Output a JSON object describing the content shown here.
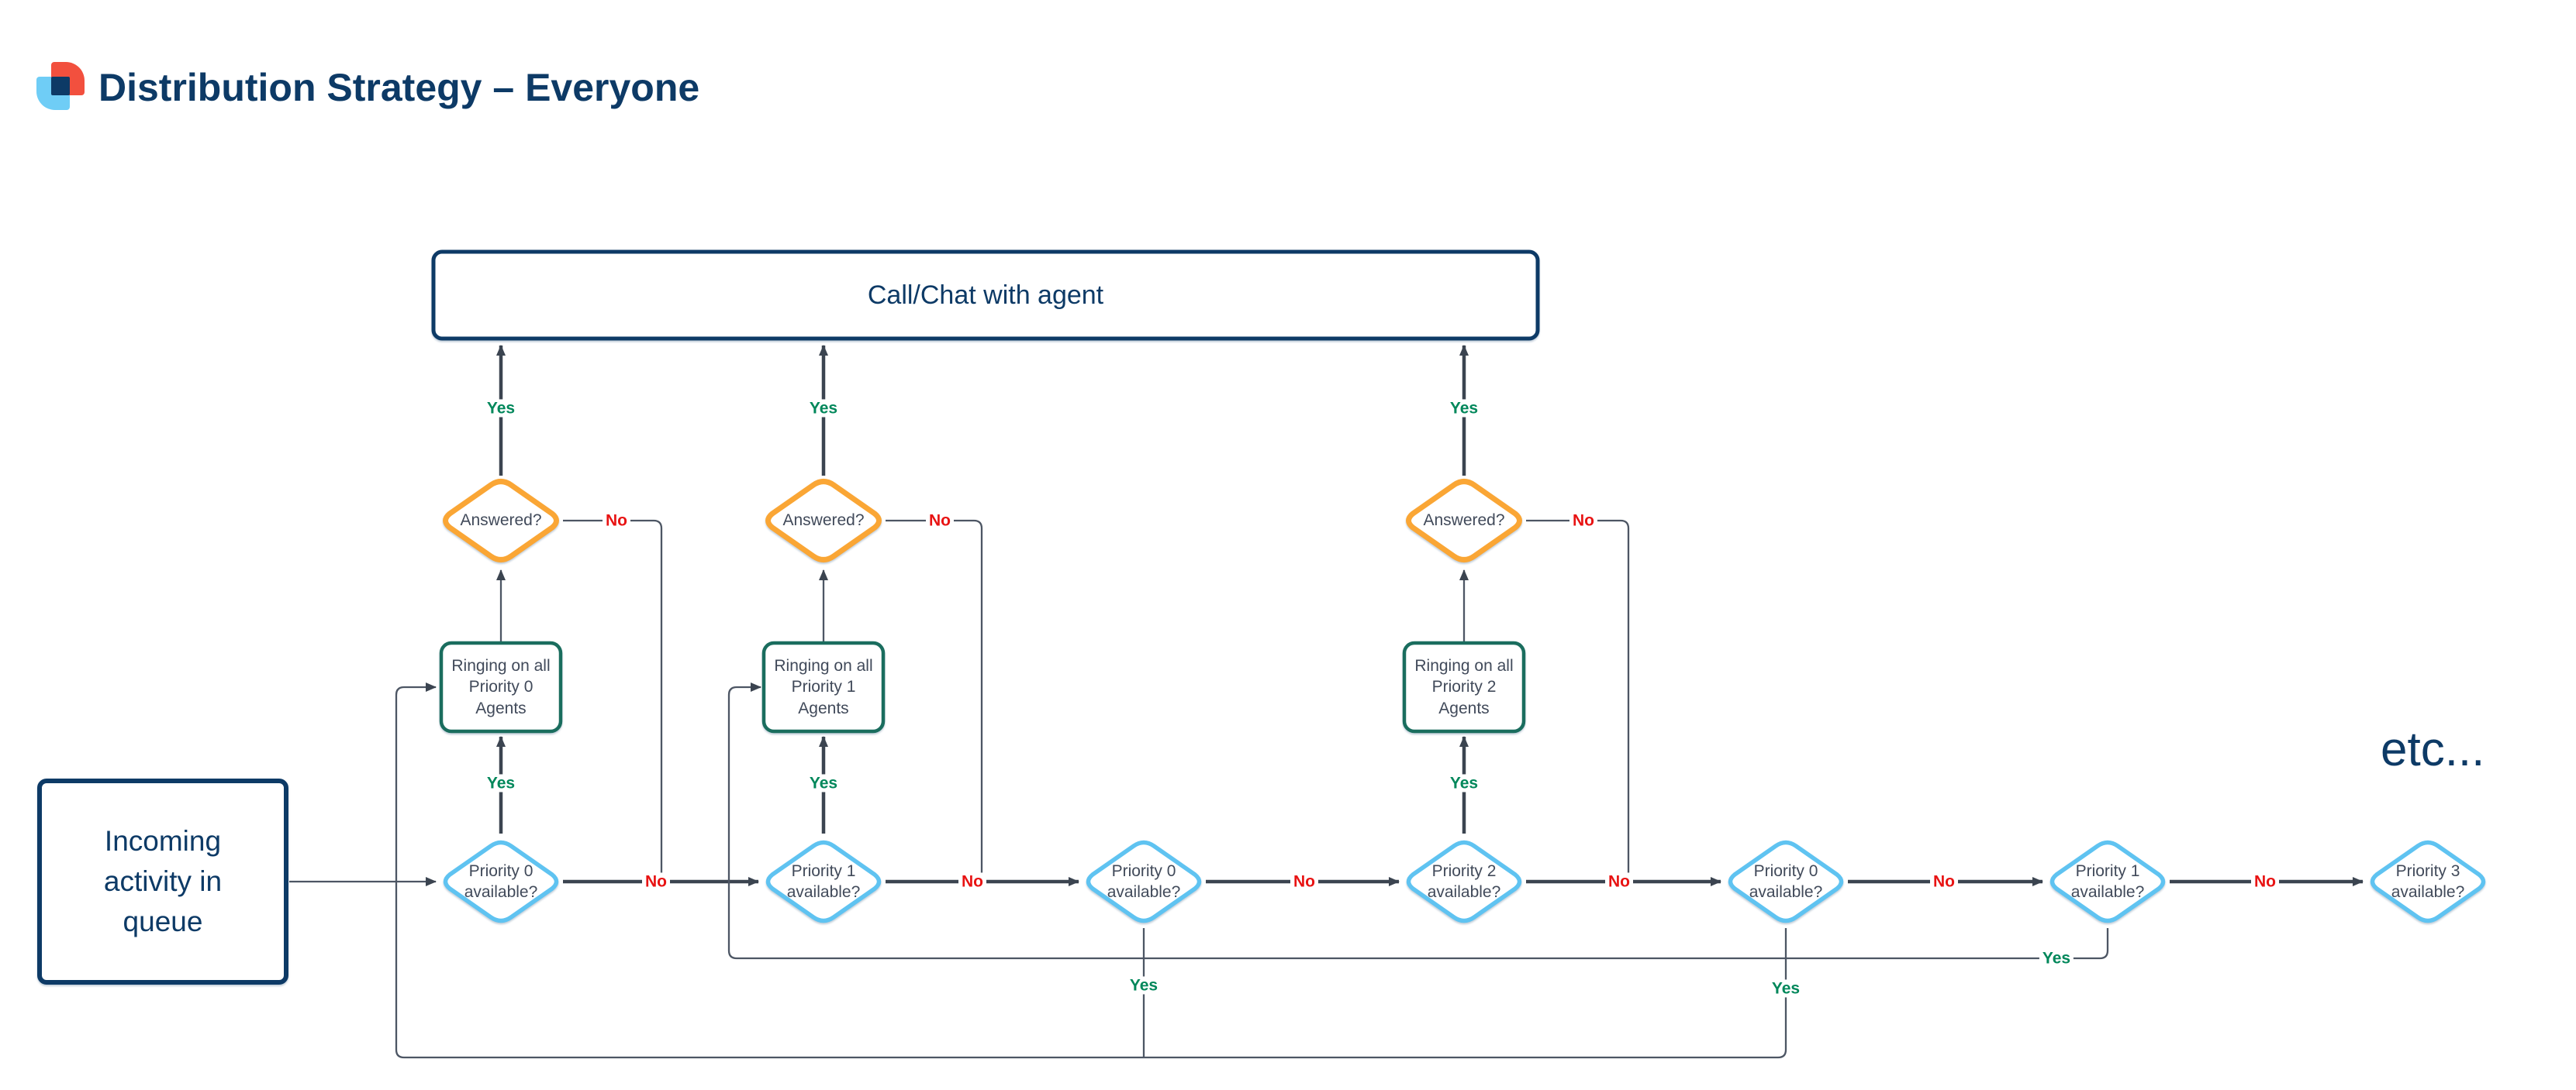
{
  "title": "Distribution Strategy – Everyone",
  "labels": {
    "yes": "Yes",
    "no": "No"
  },
  "nodes": {
    "terminator": "Call/Chat with agent",
    "start": "Incoming activity in queue",
    "answered": "Answered?",
    "ringing": [
      "Ringing on all Priority 0 Agents",
      "Ringing on all Priority 1 Agents",
      "Ringing on all Priority 2 Agents"
    ],
    "availability": [
      "Priority 0 available?",
      "Priority 1 available?",
      "Priority 0 available?",
      "Priority 2 available?",
      "Priority 0 available?",
      "Priority 1 available?",
      "Priority 3 available?"
    ],
    "etc": "etc..."
  },
  "colors": {
    "navy": "#0d3a66",
    "diamond_orange": "#faa635",
    "diamond_blue": "#5fc3f1",
    "process_teal": "#1a6d5e",
    "yes_green": "#00875a",
    "no_red": "#e81313",
    "connector_dark": "#3b4450",
    "logo_red": "#f2503e",
    "logo_blue": "#6fcdf6"
  }
}
